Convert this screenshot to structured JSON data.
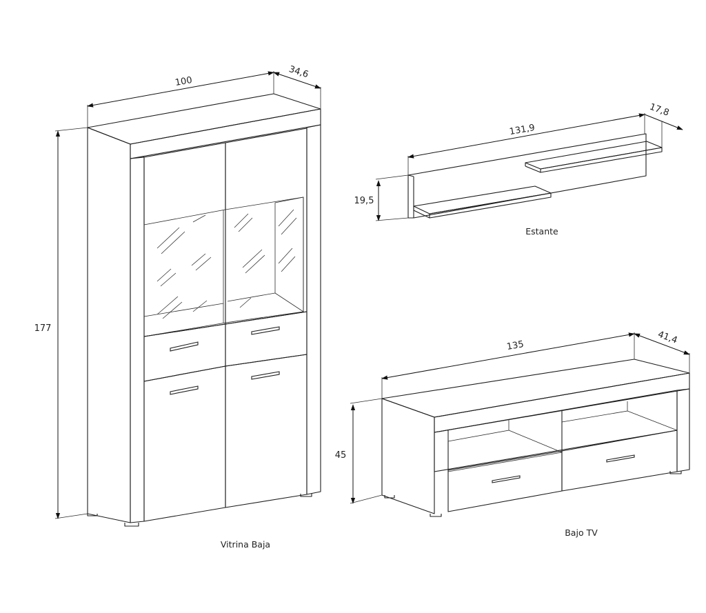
{
  "vitrina": {
    "name": "Vitrina Baja",
    "width": "100",
    "depth": "34,6",
    "height": "177"
  },
  "estante": {
    "name": "Estante",
    "width": "131,9",
    "depth": "17,8",
    "height": "19,5"
  },
  "bajo_tv": {
    "name": "Bajo TV",
    "width": "135",
    "depth": "41,4",
    "height": "45"
  }
}
